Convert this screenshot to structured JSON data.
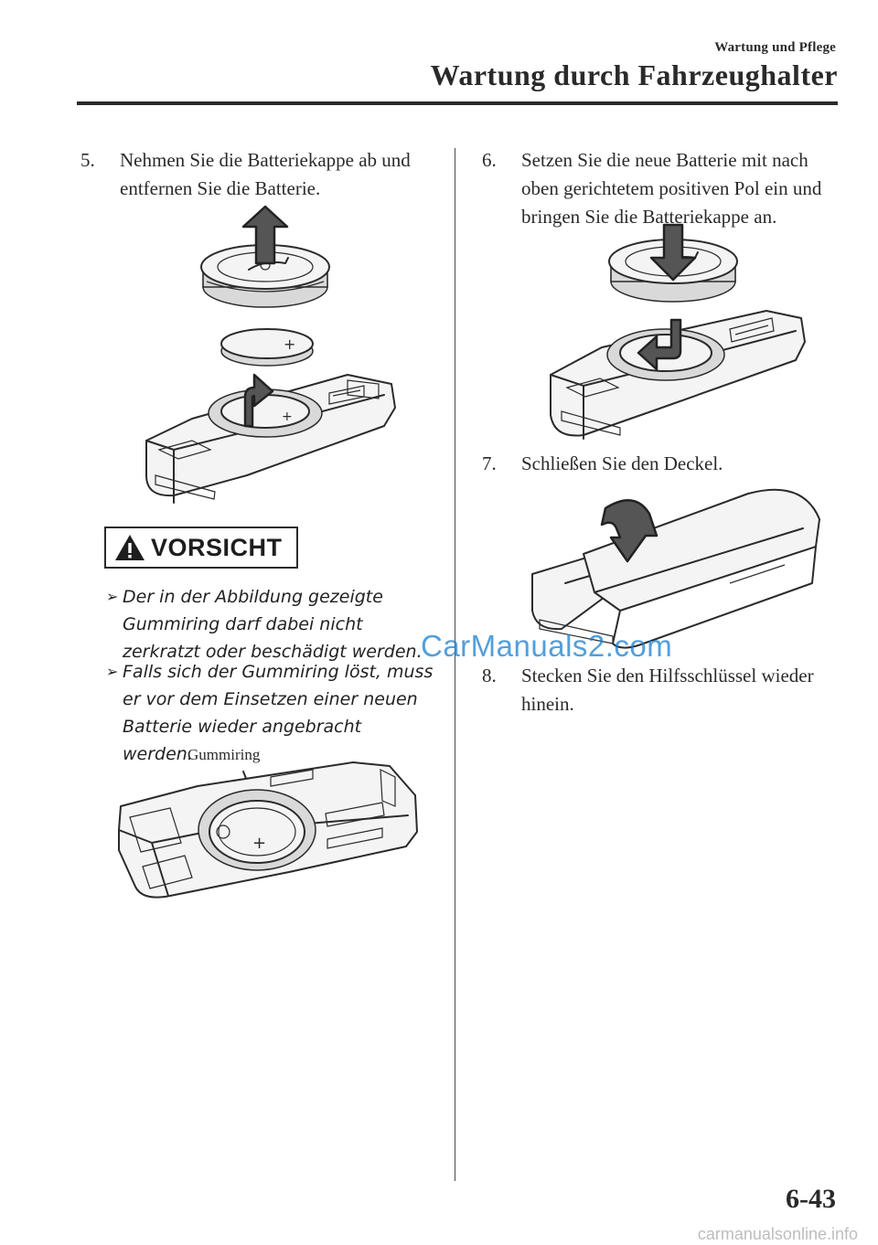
{
  "header": {
    "section": "Wartung und Pflege",
    "chapter": "Wartung durch Fahrzeughalter"
  },
  "steps": [
    {
      "num": "5.",
      "text": "Nehmen Sie die Batteriekappe ab und entfernen Sie die Batterie."
    },
    {
      "num": "6.",
      "text": "Setzen Sie die neue Batterie mit nach oben gerichtetem positiven Pol ein und bringen Sie die Batteriekappe an."
    },
    {
      "num": "7.",
      "text": "Schließen Sie den Deckel."
    },
    {
      "num": "8.",
      "text": "Stecken Sie den Hilfsschlüssel wieder hinein."
    }
  ],
  "caution": {
    "label": "VORSICHT",
    "items": [
      "Der in der Abbildung gezeigte Gummiring darf dabei nicht zerkratzt oder beschädigt werden.",
      "Falls sich der Gummiring löst, muss er vor dem Einsetzen einer neuen Batterie wieder angebracht werden."
    ]
  },
  "callout": {
    "gummiring": "Gummiring"
  },
  "watermark": "CarManuals2.com",
  "page_number": "6-43",
  "footer": "carmanualsonline.info",
  "icons": {
    "warning": "warning-triangle-icon",
    "bullet": "arrow-bullet-icon",
    "arrows": "direction-arrow-icon"
  }
}
